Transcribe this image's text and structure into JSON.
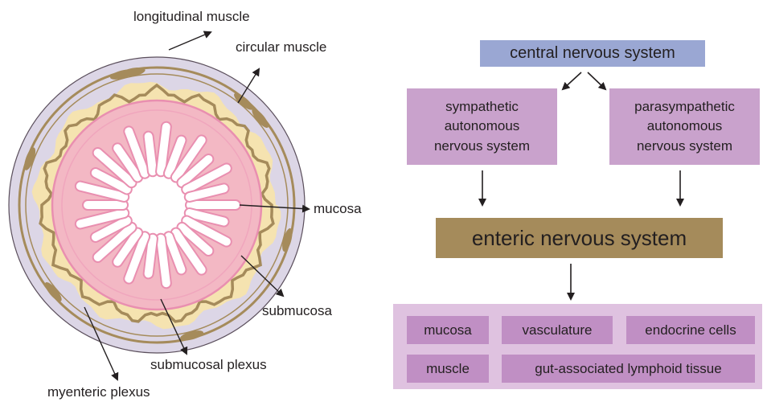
{
  "cross_section": {
    "labels": {
      "longitudinal_muscle": "longitudinal muscle",
      "circular_muscle": "circular muscle",
      "mucosa": "mucosa",
      "submucosa": "submucosa",
      "submucosal_plexus": "submucosal plexus",
      "myenteric_plexus": "myenteric plexus"
    },
    "colors": {
      "outer_layer": "#dcd6e6",
      "plexus_tan": "#a58b5b",
      "submucosa": "#f5e3b0",
      "mucosa": "#f3b8c4",
      "mucosa_edge": "#e98fb0",
      "arrow": "#231f20"
    }
  },
  "flowchart": {
    "central": "central nervous system",
    "sympathetic": [
      "sympathetic",
      "autonomous",
      "nervous system"
    ],
    "parasympathetic": [
      "parasympathetic",
      "autonomous",
      "nervous system"
    ],
    "enteric": "enteric nervous system",
    "targets": {
      "mucosa": "mucosa",
      "vasculature": "vasculature",
      "endocrine_cells": "endocrine cells",
      "muscle": "muscle",
      "galt": "gut-associated lymphoid tissue"
    },
    "colors": {
      "central": "#9aa7d3",
      "autonomic": "#c9a2cc",
      "enteric": "#a58b5b",
      "target_bg": "#dfc2e0",
      "target_box": "#c08fc4"
    }
  }
}
